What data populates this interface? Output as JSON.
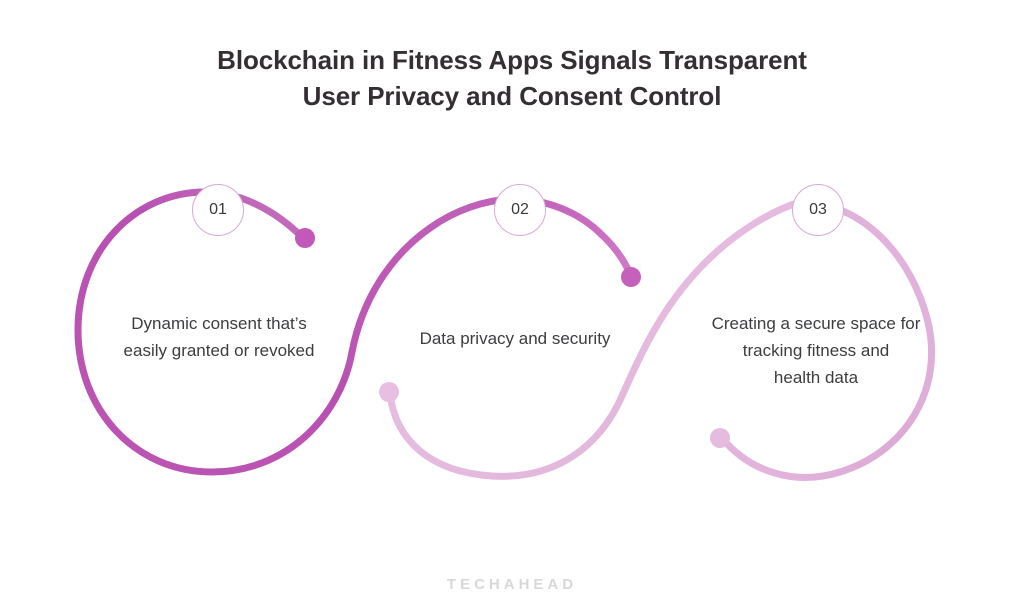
{
  "title": {
    "line1": "Blockchain in Fitness Apps Signals Transparent",
    "line2": "User Privacy and Consent Control"
  },
  "steps": [
    {
      "number": "01",
      "caption_line1": "Dynamic consent that’s",
      "caption_line2": "easily granted or revoked",
      "accent": "#b756b0"
    },
    {
      "number": "02",
      "caption_line1": "Data privacy and security",
      "caption_line2": "",
      "accent": "#c061b8"
    },
    {
      "number": "03",
      "caption_line1": "Creating a secure space for",
      "caption_line2": "tracking fitness and",
      "caption_line3": "health data",
      "accent": "#e0b2da"
    }
  ],
  "colors": {
    "background": "#ffffff",
    "title_text": "#332f33",
    "body_text": "#3d3d40",
    "curve_dark": "#b44fae",
    "curve_mid": "#c76ec0",
    "curve_light": "#e3b7dd",
    "curve_pale": "#ecc9e6",
    "badge_border": "#d9a9d2",
    "watermark": "#d8d8d8"
  },
  "footer": {
    "watermark": "TECHAHEAD"
  }
}
